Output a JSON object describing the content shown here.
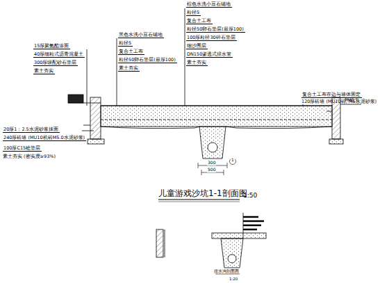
{
  "diagram": {
    "title": "儿童游戏沙坑1-1剖面图",
    "labels": [
      "1:50",
      "15厚聚氨酯涂面",
      "40厚细粒式沥青混凝土",
      "300厚级配砂石垫层",
      "素土夯实",
      "黑色水洗小豆石铺地",
      "粒径5",
      "复合土工布",
      "粒径50卵石垫层(最厚100)",
      "素土夯实",
      "棕色水洗小豆石铺地",
      "粒径5",
      "复合土工布",
      "粒径50卵石垫层(最厚100)",
      "100厚粒径30碎石垫层",
      "细沙围层",
      "DN150渗透式排水管",
      "素土夯实",
      "复合土工布在边与墙体固定",
      "120厚砖墙 (MU10砖, M5水泥砂浆)",
      "种植土",
      "20厚1：2.5水泥砂浆抹面",
      "240厚砖墙 (MU10机砖M5.0水泥砂浆)",
      "100厚C15砼垫层",
      "素土夯实 (密实度≥93%)",
      "300",
      "500",
      "1",
      "排水沟剖面图",
      "1:20"
    ]
  }
}
